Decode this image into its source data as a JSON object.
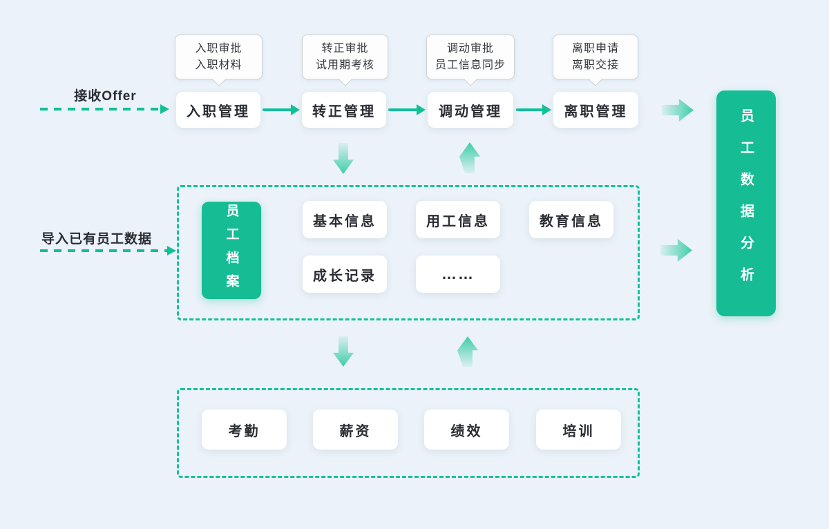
{
  "colors": {
    "background": "#EBF2F9",
    "accent_green": "#16BD94",
    "dashed_green": "#12C298",
    "card_white": "#FFFFFF"
  },
  "flows": {
    "offer_label": "接收Offer",
    "import_label": "导入已有员工数据"
  },
  "stages": [
    {
      "label": "入职管理",
      "tooltip": [
        "入职审批",
        "入职材料"
      ]
    },
    {
      "label": "转正管理",
      "tooltip": [
        "转正审批",
        "试用期考核"
      ]
    },
    {
      "label": "调动管理",
      "tooltip": [
        "调动审批",
        "员工信息同步"
      ]
    },
    {
      "label": "离职管理",
      "tooltip": [
        "离职申请",
        "离职交接"
      ]
    }
  ],
  "analysis": {
    "label": "员工数据分析"
  },
  "archive": {
    "label": "员工档案",
    "items": [
      "基本信息",
      "用工信息",
      "教育信息",
      "成长记录",
      "……"
    ]
  },
  "modules": {
    "items": [
      "考勤",
      "薪资",
      "绩效",
      "培训"
    ]
  }
}
